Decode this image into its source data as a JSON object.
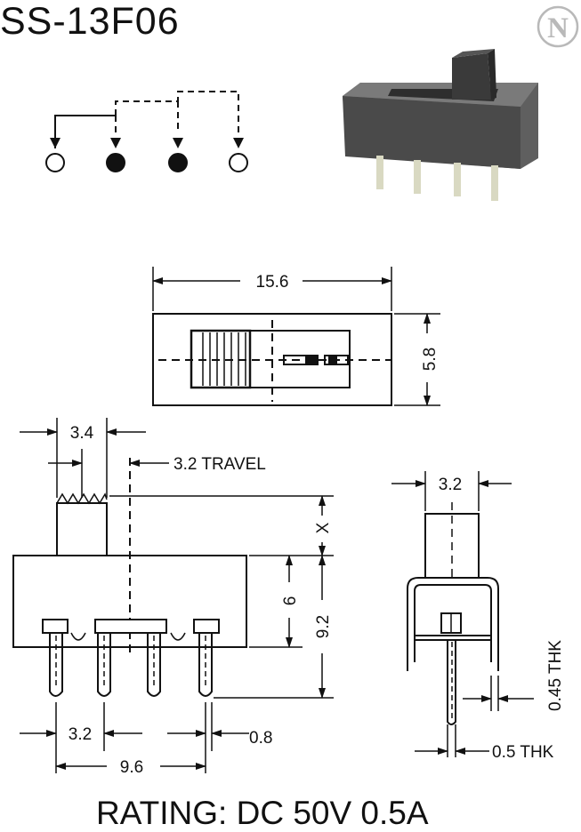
{
  "header": {
    "model": "SS-13F06"
  },
  "logo": {
    "letter": "N",
    "color": "#b9b9b9"
  },
  "dimensions": {
    "overall_length": "15.6",
    "overall_width": "5.8",
    "actuator_width": "3.4",
    "travel": "3.2 TRAVEL",
    "actuator_height": "X",
    "body_height": "6",
    "total_height": "9.2",
    "pin_pitch": "3.2",
    "pin_width": "0.8",
    "pin_span": "9.6",
    "side_width": "3.2",
    "frame_thickness": "0.45 THK",
    "pin_thickness": "0.5 THK"
  },
  "footer": {
    "rating": "RATING: DC 50V 0.5A"
  },
  "colors": {
    "line": "#111111",
    "switch_body": "#5f5f5f",
    "switch_dark": "#3a3a3a",
    "pin": "#d9d9c2"
  }
}
